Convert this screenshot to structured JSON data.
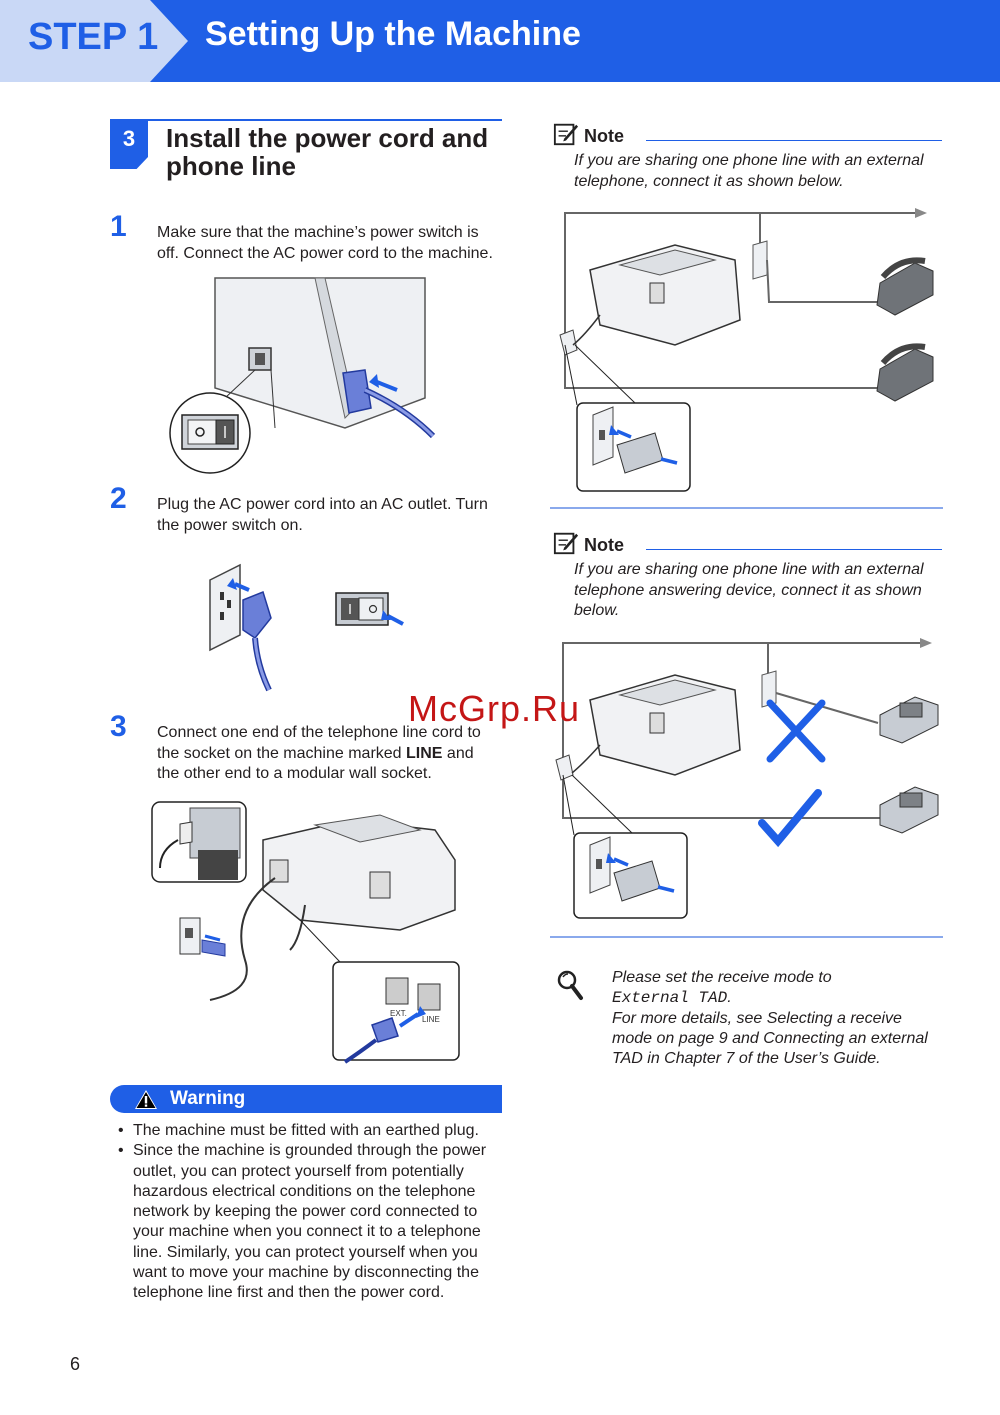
{
  "header": {
    "step_label": "STEP 1",
    "title": "Setting Up the Machine"
  },
  "section": {
    "number": "3",
    "title_line1": "Install the power cord and",
    "title_line2": "phone line"
  },
  "steps": [
    {
      "number": "1",
      "lines": [
        "Make sure that the machine’s power switch is",
        "off. Connect the AC power cord to the machine."
      ]
    },
    {
      "number": "2",
      "lines": [
        "Plug the AC power cord into an AC outlet. Turn",
        "the power switch on."
      ]
    },
    {
      "number": "3",
      "line1": "Connect one end of the telephone line cord to",
      "line2_pre": "the socket on the machine marked ",
      "line2_bold": "LINE",
      "line2_post": " and",
      "line3": "the other end to a modular wall socket."
    }
  ],
  "warning": {
    "title": "Warning",
    "items": [
      [
        "The machine must be fitted with an earthed plug."
      ],
      [
        "Since the machine is grounded through the power",
        "outlet, you can protect yourself from potentially",
        "hazardous electrical conditions on the telephone",
        "network by keeping the power cord connected to",
        "your machine when you connect it to a telephone",
        "line. Similarly, you can protect yourself when you",
        "want to move your machine by disconnecting the",
        "telephone line first and then the power cord."
      ]
    ]
  },
  "notes": [
    {
      "label": "Note",
      "lines": [
        "If you are sharing one phone line with an external",
        "telephone, connect it as shown below."
      ]
    },
    {
      "label": "Note",
      "lines": [
        "If you are sharing one phone line with an external",
        "telephone answering device, connect it as shown",
        "below."
      ]
    }
  ],
  "reference": {
    "line1": "Please set the receive mode to",
    "mode": "External TAD",
    "mode_suffix": ".",
    "lines": [
      "For more details, see Selecting a receive",
      "mode on page 9 and Connecting an external",
      "TAD in Chapter 7 of the User’s Guide."
    ]
  },
  "illustration_labels": {
    "ext": "EXT.",
    "line": "LINE"
  },
  "watermark": "McGrp.Ru",
  "page_number": "6",
  "colors": {
    "brand_blue": "#1f5fe6",
    "tab_light": "#c9d8f6",
    "cord_blue": "#6a7fd8",
    "watermark_red": "#c41616"
  }
}
